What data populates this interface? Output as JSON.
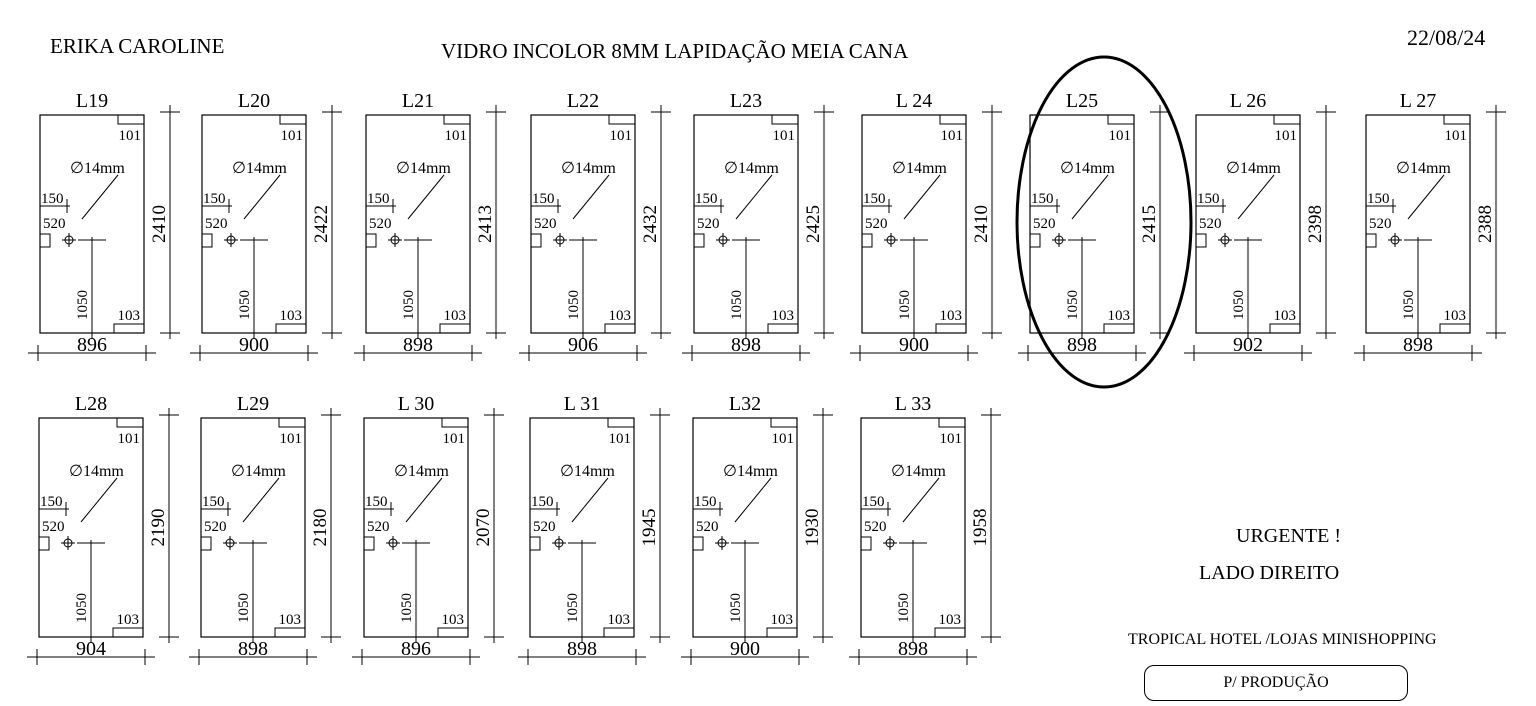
{
  "header": {
    "client_name": "ERIKA CAROLINE",
    "spec": "VIDRO INCOLOR 8MM   LAPIDAÇÃO MEIA CANA",
    "date": "22/08/24"
  },
  "common_labels": {
    "hole": "∅14mm",
    "top_corner": "101",
    "bottom_corner": "103",
    "offset_150": "150",
    "offset_520": "520",
    "height_1050": "1050"
  },
  "panels": [
    {
      "label": "L19",
      "width": "896",
      "height": "2410"
    },
    {
      "label": "L20",
      "width": "900",
      "height": "2422"
    },
    {
      "label": "L21",
      "width": "898",
      "height": "2413"
    },
    {
      "label": "L22",
      "width": "906",
      "height": "2432"
    },
    {
      "label": "L23",
      "width": "898",
      "height": "2425"
    },
    {
      "label": "L 24",
      "width": "900",
      "height": "2410"
    },
    {
      "label": "L25",
      "width": "898",
      "height": "2415",
      "highlighted": true
    },
    {
      "label": "L 26",
      "width": "902",
      "height": "2398"
    },
    {
      "label": "L 27",
      "width": "898",
      "height": "2388"
    },
    {
      "label": "L28",
      "width": "904",
      "height": "2190"
    },
    {
      "label": "L29",
      "width": "898",
      "height": "2180"
    },
    {
      "label": "L 30",
      "width": "896",
      "height": "2070"
    },
    {
      "label": "L 31",
      "width": "898",
      "height": "1945"
    },
    {
      "label": "L32",
      "width": "900",
      "height": "1930"
    },
    {
      "label": "L 33",
      "width": "898",
      "height": "1958"
    }
  ],
  "notes": {
    "urgent": "URGENTE !",
    "side": "LADO DIREITO",
    "client": "TROPICAL HOTEL /LOJAS MINISHOPPING",
    "status": "P/ PRODUÇÃO"
  }
}
